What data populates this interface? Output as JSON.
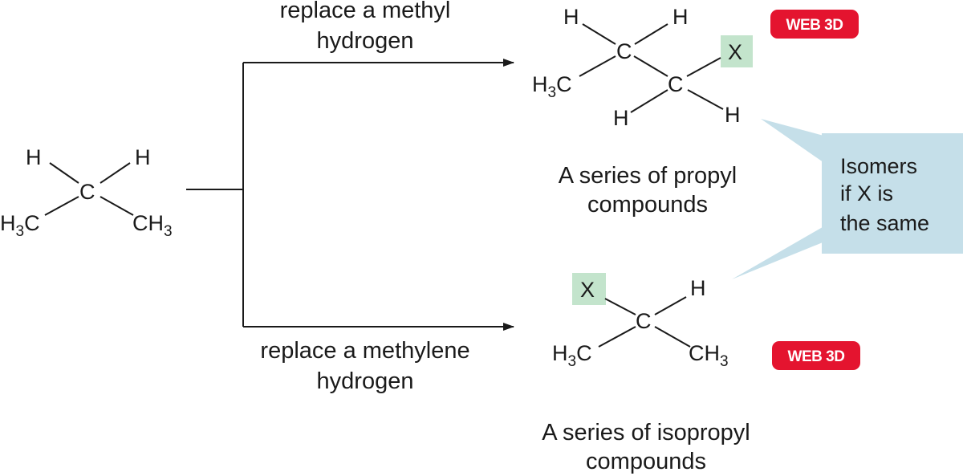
{
  "colors": {
    "x_highlight": "#c3e4cc",
    "callout_bg": "#c5dfe9",
    "badge_bg": "#e4142f",
    "ink": "#1a1a1a"
  },
  "reactant": {
    "h_left": "H",
    "h_right": "H",
    "c_center": "C",
    "h3c_main": "H",
    "h3c_sub": "3",
    "h3c_tail": "C",
    "ch3_main": "CH",
    "ch3_sub": "3"
  },
  "paths": {
    "top_label_line1": "replace a methyl",
    "top_label_line2": "hydrogen",
    "bottom_label_line1": "replace a methylene",
    "bottom_label_line2": "hydrogen"
  },
  "propyl": {
    "h_top_left": "H",
    "h_top_right": "H",
    "c1": "C",
    "c2": "C",
    "x": "X",
    "h_bottom_left": "H",
    "h_bottom_right": "H",
    "h3c_main": "H",
    "h3c_sub": "3",
    "h3c_tail": "C",
    "caption_line1": "A series of propyl",
    "caption_line2": "compounds",
    "badge": "WEB 3D"
  },
  "isopropyl": {
    "x": "X",
    "h_right": "H",
    "c_center": "C",
    "h3c_main": "H",
    "h3c_sub": "3",
    "h3c_tail": "C",
    "ch3_main": "CH",
    "ch3_sub": "3",
    "caption_line1": "A series of isopropyl",
    "caption_line2": "compounds",
    "badge": "WEB 3D"
  },
  "callout": {
    "line1": "Isomers",
    "line2": "if X is",
    "line3": "the same"
  }
}
